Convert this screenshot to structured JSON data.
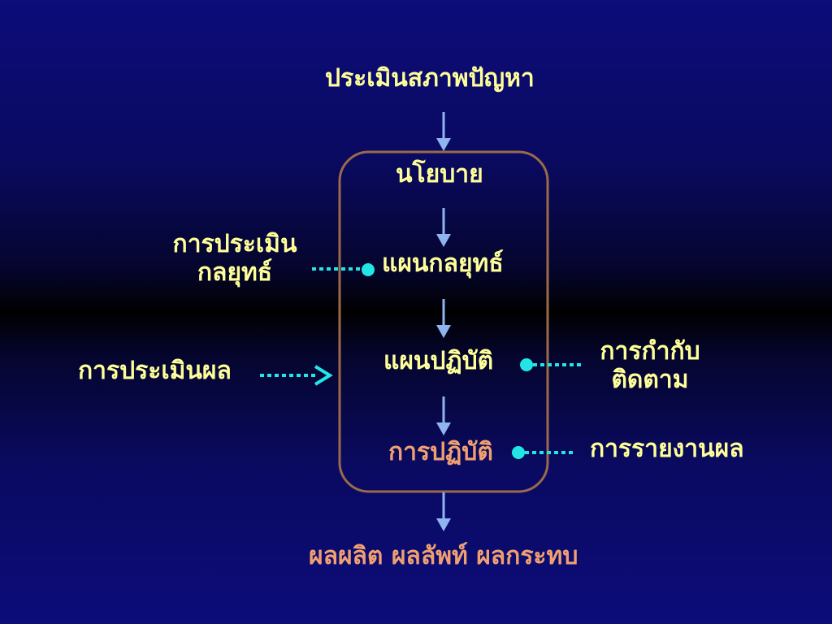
{
  "labels": {
    "assess_problem": "ประเมินสภาพปัญหา",
    "policy": "นโยบาย",
    "strategic_plan": "แผนกลยุทธ์",
    "action_plan": "แผนปฏิบัติ",
    "implementation": "การปฏิบัติ",
    "outcomes": "ผลผลิต ผลลัพท์ ผลกระทบ",
    "strategy_assessment_line1": "การประเมิน",
    "strategy_assessment_line2": "กลยุทธ์",
    "evaluation": "การประเมินผล",
    "monitoring_line1": "การกำกับ",
    "monitoring_line2": "ติดตาม",
    "reporting": "การรายงานผล"
  },
  "colors": {
    "title_text": "#ffff99",
    "highlight_text": "#f0a070",
    "arrow": "#8fb4f0",
    "dotted_connector": "#22e6e6",
    "frame": "#9a6a4a"
  }
}
